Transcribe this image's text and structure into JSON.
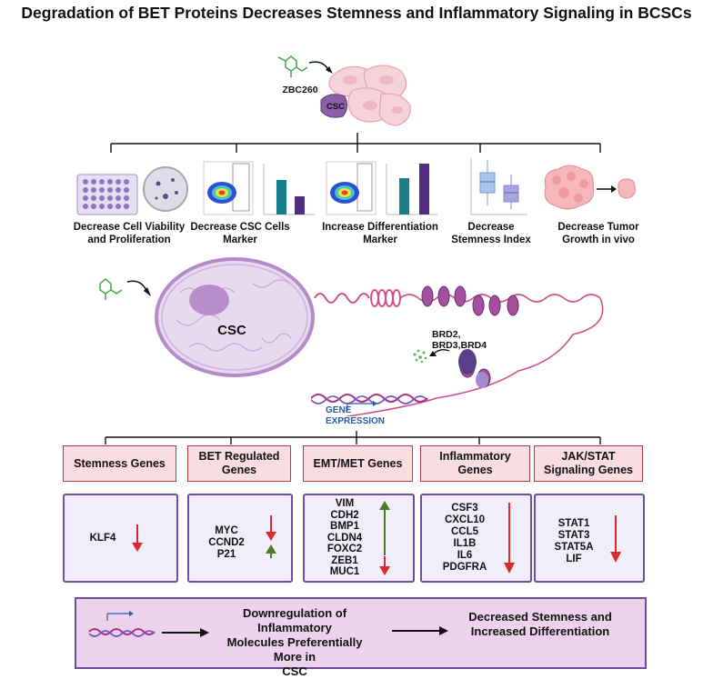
{
  "title": "Degradation of BET Proteins Decreases Stemness and Inflammatory Signaling in BCSCs",
  "top": {
    "drug": "ZBC260",
    "csc_label": "CSC"
  },
  "assays": [
    {
      "line1": "Decrease Cell Viability",
      "line2": "and Proliferation"
    },
    {
      "line1": "Decrease CSC Cells",
      "line2": "Marker"
    },
    {
      "line1": "Increase  Differentiation",
      "line2": "Marker"
    },
    {
      "line1": "Decrease",
      "line2": "Stemness Index"
    },
    {
      "line1": "Decrease  Tumor",
      "line2": "Growth in vivo"
    }
  ],
  "cell": {
    "label": "CSC"
  },
  "brd": {
    "line1": "BRD2,",
    "line2": "BRD3,BRD4"
  },
  "gene_expression": {
    "line1": "GENE",
    "line2": "EXPRESSION"
  },
  "categories": [
    {
      "line1": "Stemness Genes",
      "line2": ""
    },
    {
      "line1": "BET Regulated",
      "line2": "Genes"
    },
    {
      "line1": "EMT/MET Genes",
      "line2": ""
    },
    {
      "line1": "Inflammatory",
      "line2": "Genes"
    },
    {
      "line1": "JAK/STAT",
      "line2": "Signaling Genes"
    }
  ],
  "genes": {
    "stemness": [
      "KLF4"
    ],
    "bet": [
      "MYC",
      "CCND2",
      "P21"
    ],
    "emt": [
      "VIM",
      "CDH2",
      "BMP1",
      "CLDN4",
      "FOXC2",
      "ZEB1",
      "MUC1"
    ],
    "inflammatory": [
      "CSF3",
      "CXCL10",
      "CCL5",
      "IL1B",
      "IL6",
      "PDGFRA"
    ],
    "jakstat": [
      "STAT1",
      "STAT3",
      "STAT5A",
      "LIF"
    ]
  },
  "bottom": {
    "center": {
      "line1": "Downregulation of Inflammatory",
      "line2": "Molecules Preferentially More in",
      "line3": "CSC"
    },
    "right": {
      "line1": "Decreased Stemness and",
      "line2": "Increased Differentiation"
    }
  },
  "colors": {
    "down_arrow": "#d92b2b",
    "up_arrow": "#4a7a2a",
    "category_border": "#b23a48",
    "category_fill": "#f9dde2",
    "gene_box_border": "#6a4f9c",
    "gene_box_fill": "#f1edfa",
    "bottom_fill": "#ecd2ea",
    "bar_teal": "#1a7d8a",
    "bar_purple": "#4f2d7f",
    "drug_green": "#4cae4c"
  }
}
